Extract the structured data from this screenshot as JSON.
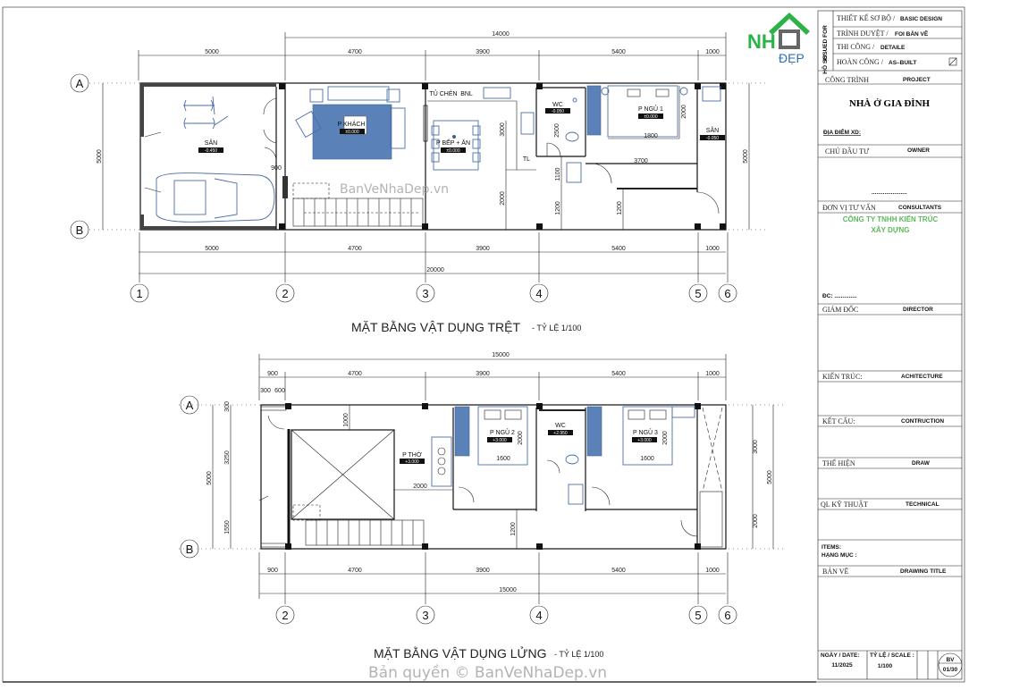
{
  "plan1": {
    "title": "MẶT BẰNG VẬT DỤNG TRỆT",
    "scale": "- TỶ LỆ 1/100",
    "overall_top": "14000",
    "overall_bottom": "20000",
    "segments": [
      "5000",
      "4700",
      "3900",
      "5400",
      "1000"
    ],
    "side_dim": "5000",
    "axes_rows": [
      "A",
      "B"
    ],
    "axes_cols": [
      "1",
      "2",
      "3",
      "4",
      "5",
      "6"
    ],
    "inner_dims": {
      "door": "900",
      "kitchen_v1": "3000",
      "kitchen_v2": "2000",
      "wc_v": "2500",
      "wc_v2": "1100",
      "hall_v": "1200",
      "hall_v2": "1200",
      "bed_w": "1800",
      "bed_l": "2000",
      "corridor": "3700"
    },
    "rooms": [
      {
        "name": "SÂN",
        "level": "-0.450"
      },
      {
        "name": "P KHÁCH",
        "level": "±0.000"
      },
      {
        "name": "P BẾP + ĂN",
        "level": "±0.000"
      },
      {
        "name": "TỦ CHÉN",
        "level": ""
      },
      {
        "name": "BNL",
        "level": ""
      },
      {
        "name": "TL",
        "level": ""
      },
      {
        "name": "WC",
        "level": "-0.050"
      },
      {
        "name": "P NGỦ 1",
        "level": "±0.000"
      },
      {
        "name": "SÂN",
        "level": "-0.050"
      }
    ]
  },
  "plan2": {
    "title": "MẶT BẰNG VẬT DỤNG LỬNG",
    "scale": "- TỶ LỆ 1/100",
    "overall": "15000",
    "segments": [
      "900",
      "4700",
      "3900",
      "5400",
      "1000"
    ],
    "left_dims": [
      "300",
      "600",
      "3250",
      "1550",
      "5000",
      "300"
    ],
    "right_dims": [
      "3000",
      "2000",
      "5000"
    ],
    "axes_rows": [
      "A",
      "B"
    ],
    "axes_cols": [
      "2",
      "3",
      "4",
      "5",
      "6"
    ],
    "inner_dims": {
      "void": "1000",
      "altar": "2000",
      "bed_w": "1600",
      "bed_l": "2000",
      "hall": "1200"
    },
    "rooms": [
      {
        "name": "P THỜ",
        "level": "+3.000"
      },
      {
        "name": "P NGỦ 2",
        "level": "+3.000"
      },
      {
        "name": "WC",
        "level": "+2.950"
      },
      {
        "name": "P NGỦ 3",
        "level": "+3.000"
      }
    ]
  },
  "watermarks": [
    "BanVeNhaDep.vn",
    "Bản quyền © BanVeNhaDep.vn"
  ],
  "logo": {
    "text_green": "NH",
    "text_blue": "ĐẸP",
    "green": "#2bb34a",
    "blue": "#2d6fb7"
  },
  "title_block": {
    "issued_for": "ISSUED FOR",
    "ho_so": "HỒ SƠ",
    "issue_rows": [
      {
        "vi": "THIẾT KẾ SƠ BỘ /",
        "en": "BASIC DESIGN"
      },
      {
        "vi": "TRÌNH DUYỆT /",
        "en": "FOI BẢN VẼ"
      },
      {
        "vi": "THI CÔNG /",
        "en": "DETAILE"
      },
      {
        "vi": "HOÀN CÔNG /",
        "en": "AS–BUILT"
      }
    ],
    "project_label": "CÔNG TRÌNH",
    "project_en": "PROJECT",
    "project_name": "NHÀ Ở GIA ĐÌNH",
    "site": "ĐỊA ĐIỂM XD:",
    "owner_label": "CHỦ ĐẦU TƯ",
    "owner_en": "OWNER",
    "owner_dots": "......................",
    "consult_label": "ĐƠN VỊ TƯ VẤN",
    "consult_en": "CONSULTANTS",
    "company_line1": "CÔNG TY TNHH KIẾN TRÚC",
    "company_line2": "XÂY DỰNG",
    "company_color": "#5cb85c",
    "address": "ĐC: ..............",
    "roles": [
      {
        "vi": "GIÁM ĐỐC",
        "en": "DIRECTOR"
      },
      {
        "vi": "KIẾN TRÚC:",
        "en": "ACHITECTURE"
      },
      {
        "vi": "KẾT CẤU:",
        "en": "CONTRUCTION"
      },
      {
        "vi": "THỂ HIỆN",
        "en": "DRAW"
      },
      {
        "vi": "QL KỸ THUẬT",
        "en": "TECHNICAL"
      }
    ],
    "items": "ITEMS:",
    "hang_muc": "HẠNG MỤC :",
    "drawing_label": "BẢN VẼ",
    "drawing_en": "DRAWING TITLE",
    "date_label": "NGÀY / DATE:",
    "date": "11/2025",
    "scale_label": "TỶ LỆ / SCALE :",
    "scale": "1/100",
    "sheet_code": "BV",
    "sheet_no": "01/30"
  }
}
